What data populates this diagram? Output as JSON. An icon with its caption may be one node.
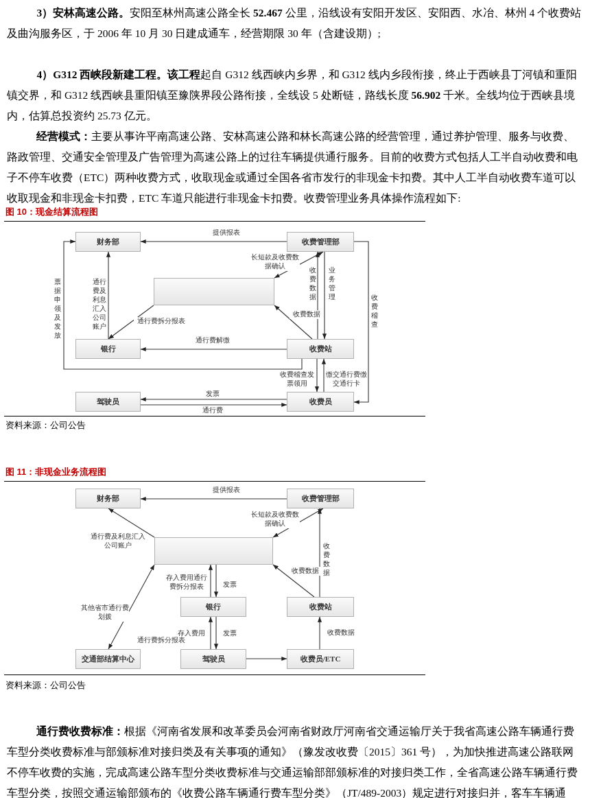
{
  "diagram": {
    "nodes": [
      {
        "text": [
          "财务部"
        ]
      },
      {
        "text": [
          "收费管理部"
        ]
      },
      {
        "text": [],
        "shape": "box"
      },
      {
        "text": [
          "银行"
        ]
      },
      {
        "text": [
          "收费站"
        ]
      },
      {
        "text": [
          "驾驶员"
        ]
      },
      {
        "text": [
          "收费员"
        ]
      },
      {
        "text": [
          "财务部"
        ]
      },
      {
        "text": [
          "收费管理部"
        ]
      },
      {
        "text": [],
        "shape": "box"
      },
      {
        "text": [
          "银行"
        ]
      },
      {
        "text": [
          "收费站"
        ]
      },
      {
        "text": [
          "交通部结算中心"
        ]
      },
      {
        "text": [
          "驾驶员"
        ]
      },
      {
        "text": [
          "收费员/ETC"
        ]
      }
    ],
    "edges": [
      {
        "from": 1,
        "to": 0,
        "arrow": "to",
        "label": "提供报表"
      },
      {
        "from": 2,
        "to": 1,
        "arrow": "both",
        "label": "长短款及收费数据确认"
      },
      {
        "from": 4,
        "to": 1,
        "arrow": "to",
        "label": "收费数据"
      },
      {
        "from": 1,
        "to": 4,
        "arrow": "to",
        "label": "业务管理"
      },
      {
        "from": 4,
        "to": 2,
        "arrow": "to",
        "label": "收费数据"
      },
      {
        "from": 2,
        "to": 3,
        "arrow": "to",
        "label": "通行费拆分报表"
      },
      {
        "from": 3,
        "to": 0,
        "arrow": "to",
        "label": "通行费及利息汇入公司账户"
      },
      {
        "from": 4,
        "to": 3,
        "arrow": "to",
        "label": "通行费解缴"
      },
      {
        "from": 4,
        "to": 0,
        "arrow": "to",
        "label": "票据申领及发放"
      },
      {
        "from": 4,
        "to": 6,
        "arrow": "to",
        "label": "收费稽查发票领用"
      },
      {
        "from": 6,
        "to": 4,
        "arrow": "to",
        "label": "缴交通行费缴交通行卡"
      },
      {
        "from": 1,
        "to": 6,
        "arrow": "to",
        "label": "收费稽查"
      },
      {
        "from": 6,
        "to": 5,
        "arrow": "to",
        "label": "发票"
      },
      {
        "from": 5,
        "to": 6,
        "arrow": "to",
        "label": "通行费"
      },
      {
        "from": 8,
        "to": 7,
        "arrow": "to",
        "label": "提供报表"
      },
      {
        "from": 9,
        "to": 8,
        "arrow": "both",
        "label": "长短款及收费数据确认"
      },
      {
        "from": 9,
        "to": 7,
        "arrow": "to",
        "label": "通行费及利息汇入公司账户"
      },
      {
        "from": 11,
        "to": 8,
        "arrow": "to",
        "label": "收费数据"
      },
      {
        "from": 11,
        "to": 9,
        "arrow": "to",
        "label": "收费数据"
      },
      {
        "from": 12,
        "to": 9,
        "arrow": "both",
        "label": "其他省市通行费划拨"
      },
      {
        "from": 10,
        "to": 9,
        "arrow": "to",
        "label": "存入费用通行费拆分报表"
      },
      {
        "from": 9,
        "to": 10,
        "arrow": "to",
        "label": "发票"
      },
      {
        "from": 13,
        "to": 10,
        "arrow": "to",
        "label": "存入费用"
      },
      {
        "from": 10,
        "to": 13,
        "arrow": "to",
        "label": "发票"
      },
      {
        "from": 13,
        "to": 14,
        "arrow": "to"
      },
      {
        "from": 14,
        "to": 11,
        "arrow": "to",
        "label": "收费数据"
      }
    ],
    "labels": [
      "**3）安林高速公路。**安阳至林州高速公路全长 **52.467** 公里，沿线设有安阳开发区、安阳西、水冶、林州 4 个收费站及曲沟服务区，于 2006 年 10 月 30 日建成通车，经营期限 30 年（含建设期）;",
      "**4）G312 西峡段新建工程。该工程**起自 G312 线西峡内乡界，和 G312 线内乡段衔接，终止于西峡县丁河镇和重阳镇交界，和 G312 线西峡县重阳镇至豫陕界段公路衔接，全线设 5 处断链，路线长度 **56.902** 千米。全线均位于西峡县境内，估算总投资约 25.73 亿元。",
      "**经营模式：**主要从事许平南高速公路、安林高速公路和林长高速公路的经营管理，通过养护管理、服务与收费、路政管理、交通安全管理及广告管理为高速公路上的过往车辆提供通行服务。目前的收费方式包括人工半自动收费和电子不停车收费（ETC）两种收费方式，收取现金或通过全国各省市发行的非现金卡扣费。其中人工半自动收费车道可以收取现金和非现金卡扣费，ETC 车道只能进行非现金卡扣费。收费管理业务具体操作流程如下:",
      "图 10：现金结算流程图",
      "资料来源：公司公告",
      "图 11：非现金业务流程图",
      "通行费拆分报表",
      "资料来源：公司公告",
      "**通行费收费标准：**根据《河南省发展和改革委员会河南省财政厅河南省交通运输厅关于我省高速公路车辆通行费车型分类收费标准与部颁标准对接归类及有关事项的通知》（豫发改收费〔2015〕361 号），为加快推进高速公路联网不停车收费的实施，完成高速公路车型分类收费标准与交通运输部部颁标准的对接归类工作，全省高速公路车辆通行费车型分类，按照交通运输部颁布的《收费公路车辆通行费车型分类》（JT/489-2003）规定进行对接归并，客车车辆通"
    ]
  }
}
